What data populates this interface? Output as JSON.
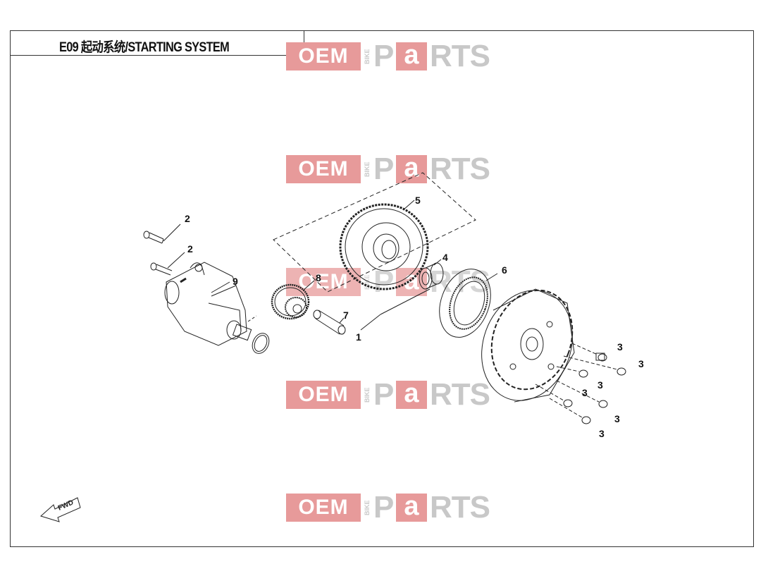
{
  "title": "E09 起动系统/STARTING SYSTEM",
  "watermark": {
    "oem": "OEM",
    "bike": "BIKE",
    "p": "P",
    "a": "a",
    "rts": "RTS"
  },
  "colors": {
    "watermark_red": "#e79a9a",
    "watermark_grey": "#c8c8c8",
    "line": "#222222"
  },
  "callouts": {
    "c1": "1",
    "c2a": "2",
    "c2b": "2",
    "c3a": "3",
    "c3b": "3",
    "c3c": "3",
    "c3d": "3",
    "c3e": "3",
    "c3f": "3",
    "c4": "4",
    "c5": "5",
    "c6": "6",
    "c7": "7",
    "c8": "8",
    "c9": "9"
  },
  "fwd_label": "FWD"
}
